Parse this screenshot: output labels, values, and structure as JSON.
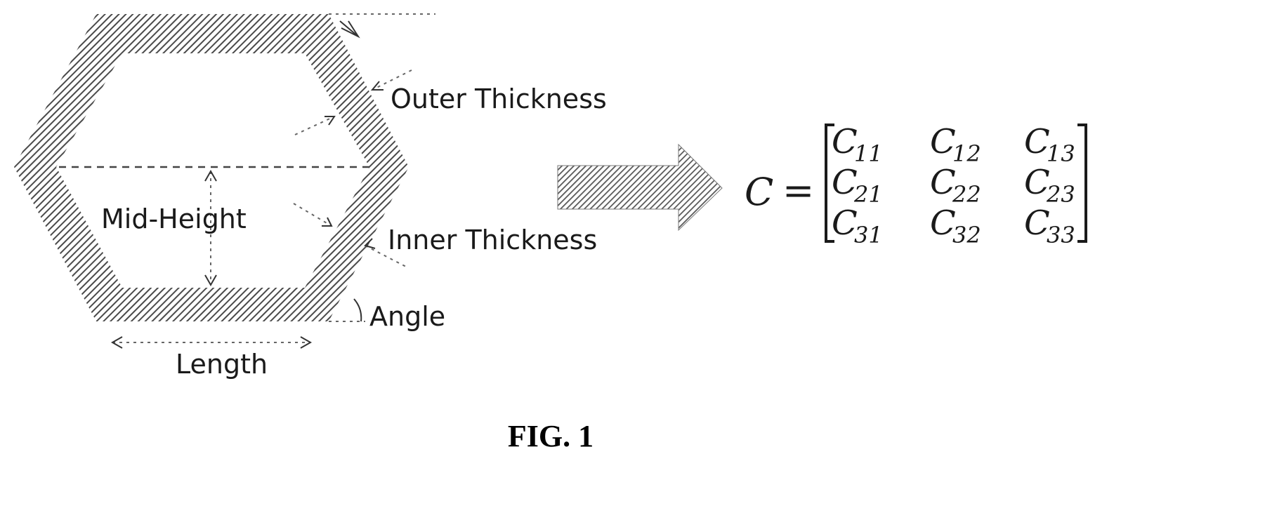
{
  "labels": {
    "outer_thickness": "Outer Thickness",
    "inner_thickness": "Inner Thickness",
    "mid_height": "Mid-Height",
    "angle": "Angle",
    "length": "Length"
  },
  "equation": {
    "lhs": "C",
    "equals": "=",
    "matrix": [
      [
        "11",
        "12",
        "13"
      ],
      [
        "21",
        "22",
        "23"
      ],
      [
        "31",
        "32",
        "33"
      ]
    ],
    "symbol": "C"
  },
  "caption": "FIG. 1",
  "colors": {
    "ink": "#1a1a1a",
    "hatch": "#555555"
  }
}
